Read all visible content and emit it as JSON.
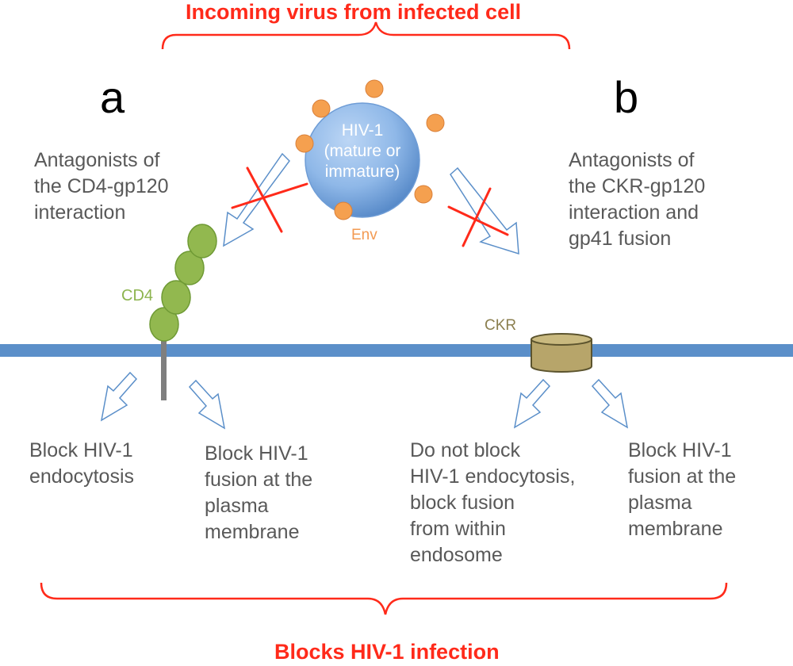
{
  "top_label": "Incoming virus from infected cell",
  "bottom_label": "Blocks HIV-1 infection",
  "panel_a": {
    "letter": "a",
    "description": [
      "Antagonists of",
      "the CD4-gp120",
      "interaction"
    ],
    "receptor_label": "CD4",
    "outcome_left": [
      "Block HIV-1",
      "endocytosis"
    ],
    "outcome_right": [
      "Block HIV-1",
      "fusion at the",
      "plasma",
      "membrane"
    ]
  },
  "panel_b": {
    "letter": "b",
    "description": [
      "Antagonists of",
      "the CKR-gp120",
      "interaction and",
      "gp41 fusion"
    ],
    "receptor_label": "CKR",
    "outcome_left": [
      "Do not block",
      "HIV-1 endocytosis,",
      "block fusion",
      "from within",
      "endosome"
    ],
    "outcome_right": [
      "Block HIV-1",
      "fusion at the",
      "plasma",
      "membrane"
    ]
  },
  "virus": {
    "lines": [
      "HIV-1",
      "(mature or",
      "immature)"
    ],
    "env_label": "Env"
  },
  "colors": {
    "red": "#ff2a1a",
    "membrane": "#5b8fc9",
    "cd4": "#92b84f",
    "ckr": "#b7a56a",
    "env": "#f5a04f",
    "virus": "#8fb8e8"
  }
}
